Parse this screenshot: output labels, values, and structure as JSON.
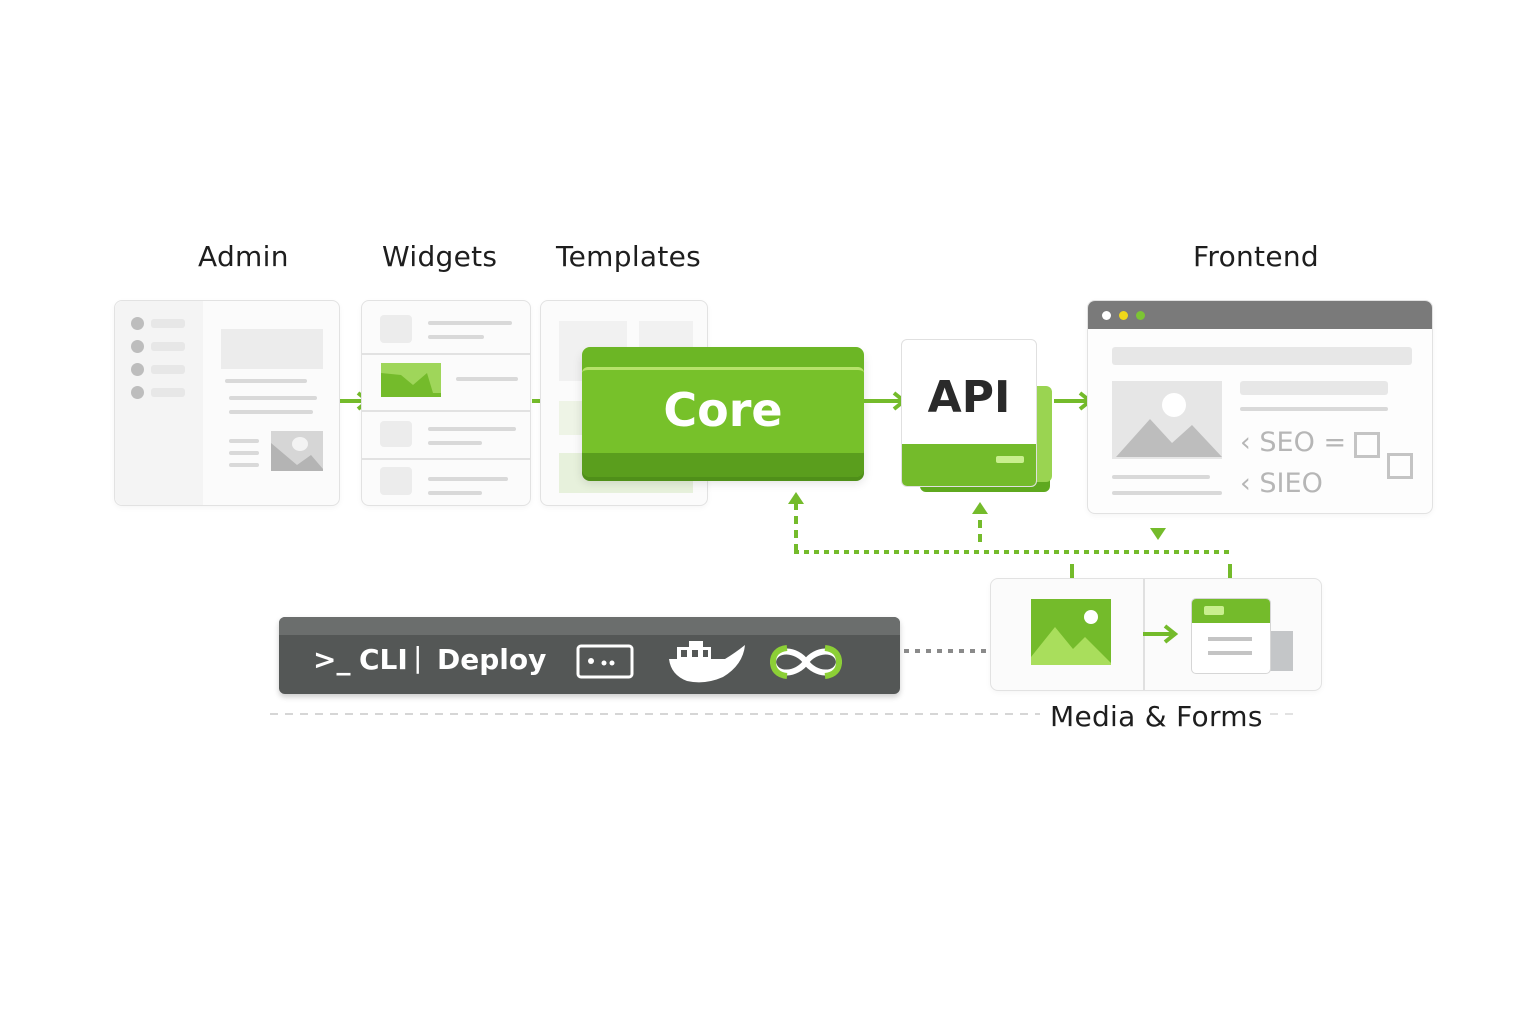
{
  "diagram": {
    "stages": {
      "admin": {
        "label": "Admin"
      },
      "widgets": {
        "label": "Widgets"
      },
      "templates": {
        "label": "Templates"
      },
      "core": {
        "label": "Core"
      },
      "api": {
        "label": "API"
      },
      "frontend": {
        "label": "Frontend"
      }
    },
    "frontend_content": {
      "seo_line_1": "SEO",
      "seo_eq": "=",
      "seo_line_2": "SIEO"
    },
    "toolbar": {
      "prompt_glyph": ">_",
      "cli_label": "CLI",
      "separator": "|",
      "deploy_label": "Deploy",
      "icons": [
        "terminal-window-icon",
        "docker-whale-icon",
        "infinity-loop-icon"
      ]
    },
    "media_forms": {
      "label": "Media & Forms"
    },
    "colors": {
      "accent_green": "#74bb2b",
      "dark_green": "#4f8f19",
      "toolbar_gray": "#545756",
      "browser_bar": "#7a7a7a",
      "browser_dot_1": "#ffffff",
      "browser_dot_2": "#f0d81a",
      "browser_dot_3": "#7cc434"
    }
  }
}
